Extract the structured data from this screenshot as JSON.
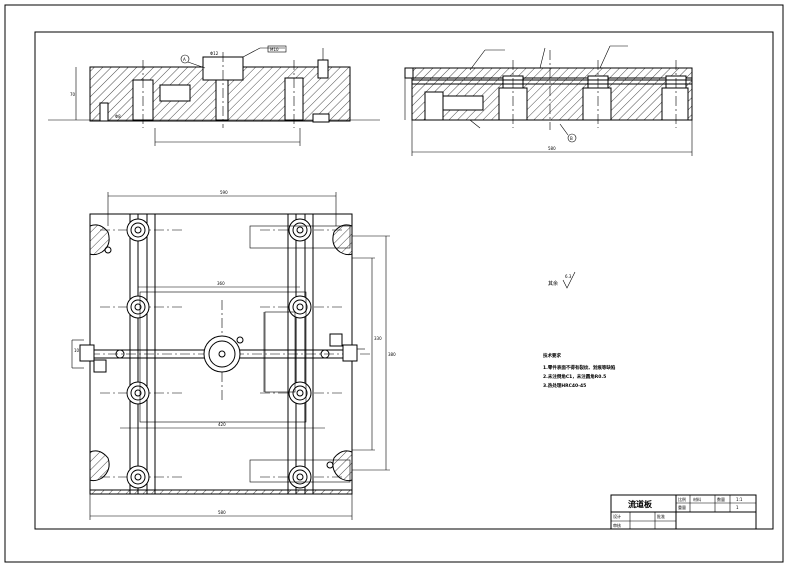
{
  "notes": {
    "heading": "技术要求",
    "line1": "1.零件表面不得有裂纹、划痕等缺陷",
    "line2": "2.未注倒角C1，未注圆角R0.5",
    "line3": "3.热处理HRC40-45"
  },
  "roughness": {
    "symbol_label": "其余",
    "value": "6.3"
  },
  "title_block": {
    "part_name": "流道板",
    "material_label": "材料",
    "scale_label": "比例",
    "scale_value": "1:1",
    "qty_label": "数量",
    "qty_value": "1",
    "design_label": "设计",
    "check_label": "审核",
    "approve_label": "批准",
    "weight_label": "重量"
  },
  "dims": {
    "top_width": "590",
    "bottom_width": "580",
    "inner_span": "420",
    "mid_span": "360",
    "right_h1": "330",
    "right_h2": "380",
    "section_b_width": "580",
    "section_a_height": "70",
    "left_dim": "10"
  },
  "labels": {
    "callout_a": "A",
    "callout_b": "B",
    "mark1": "Φ8",
    "mark2": "M10",
    "mark3": "Φ12"
  }
}
